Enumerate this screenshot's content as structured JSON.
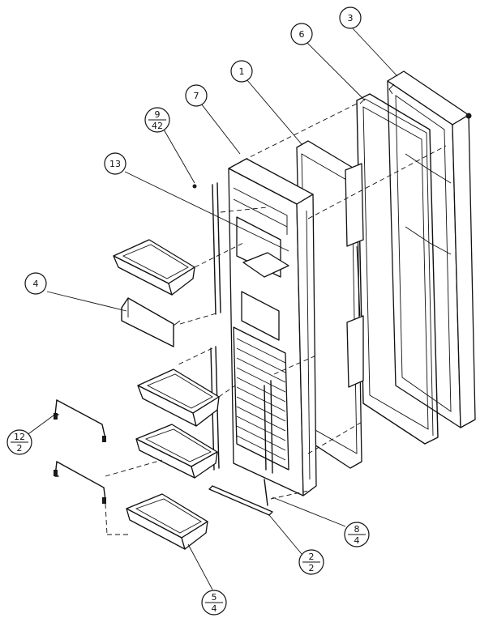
{
  "callouts": {
    "c1": {
      "num": "1"
    },
    "c3": {
      "num": "3"
    },
    "c4": {
      "num": "4"
    },
    "c6": {
      "num": "6"
    },
    "c7": {
      "num": "7"
    },
    "c13": {
      "num": "13"
    },
    "c9": {
      "num": "9",
      "den": "42"
    },
    "c12": {
      "num": "12",
      "den": "2"
    },
    "c8": {
      "num": "8",
      "den": "4"
    },
    "c2": {
      "num": "2",
      "den": "2"
    },
    "c5": {
      "num": "5",
      "den": "4"
    }
  }
}
